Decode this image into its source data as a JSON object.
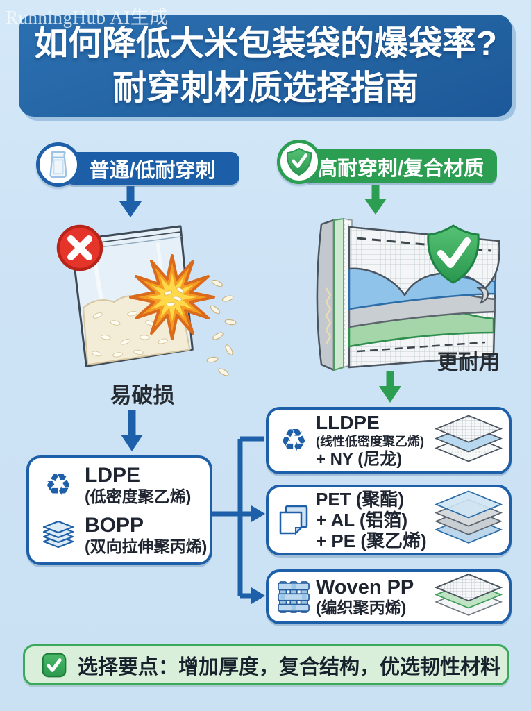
{
  "watermark": "RunningHub AI生成",
  "title": {
    "line1": "如何降低大米包装袋的爆袋率?",
    "line2": "耐穿刺材质选择指南"
  },
  "left_branch": {
    "badge_label": "普通/低耐穿刺",
    "badge_icon": "plastic-bag-icon",
    "status_icon": "cross-icon",
    "caption": "易破损",
    "materials": [
      {
        "icon": "recycle-icon",
        "name": "LDPE",
        "desc": "(低密度聚乙烯)"
      },
      {
        "icon": "layers-icon",
        "name": "BOPP",
        "desc": "(双向拉伸聚丙烯)"
      }
    ]
  },
  "right_branch": {
    "badge_label": "高耐穿刺/复合材质",
    "badge_icon": "shield-check-icon",
    "caption": "更耐用",
    "options": [
      {
        "icon": "recycle-icon",
        "lines": [
          "LLDPE",
          "(线性低密度聚乙烯)",
          "+ NY (尼龙)"
        ]
      },
      {
        "icon": "film-sheets-icon",
        "lines": [
          "PET (聚酯)",
          "+ AL (铝箔)",
          "+ PE (聚乙烯)"
        ]
      },
      {
        "icon": "woven-icon",
        "lines": [
          "Woven PP",
          "(编织聚丙烯)"
        ]
      }
    ]
  },
  "footer": {
    "icon": "check-icon",
    "text": "选择要点：增加厚度，复合结构，优选韧性材料"
  },
  "icons": {
    "recycle_glyph": "♻"
  },
  "colors": {
    "background": "#cde3f5",
    "primary_blue": "#1d5fa8",
    "title_blue": "#21609f",
    "green": "#2c9e51",
    "footer_green_bg": "#d9efda",
    "red": "#e5352b",
    "burst_orange": "#f59d23",
    "burst_yellow": "#ffd94a",
    "text_dark": "#1f2530"
  }
}
